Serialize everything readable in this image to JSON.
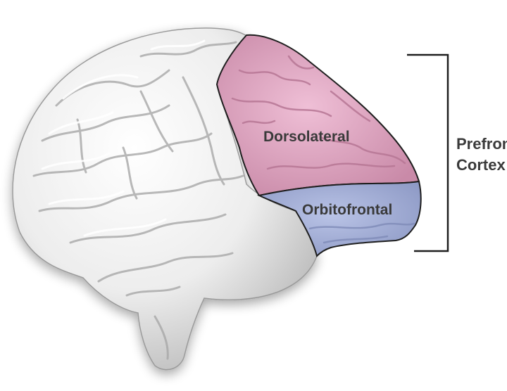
{
  "regions": {
    "dorsolateral": "Dorsolateral",
    "orbitofrontal": "Orbitofrontal"
  },
  "bracket_label": {
    "line1": "Prefrontal",
    "line2": "Cortex"
  },
  "colors": {
    "brain_surface": "#ececec",
    "dorsolateral_fill": "#e3a9c4",
    "orbitofrontal_fill": "#a9b4d9",
    "outline": "#1e1e1e",
    "text": "#3a3a3a"
  }
}
